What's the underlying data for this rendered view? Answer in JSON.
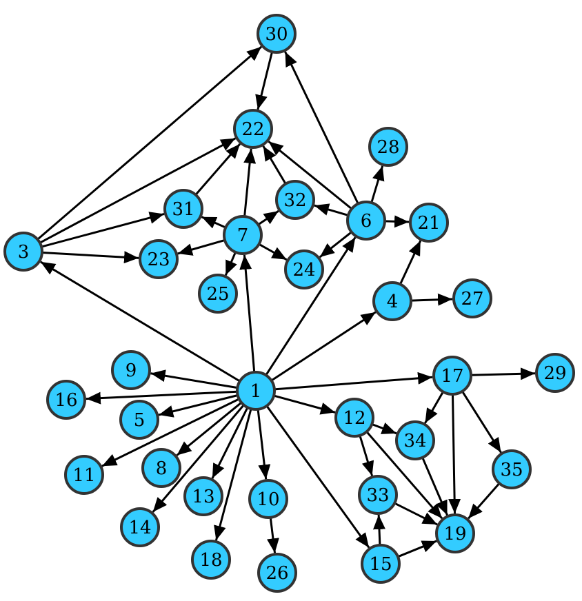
{
  "graph": {
    "colors": {
      "node_fill": "#33CCFF",
      "node_stroke": "#333333",
      "edge": "#000000",
      "label": "#000000"
    },
    "nodes": [
      {
        "id": 1,
        "label": "1"
      },
      {
        "id": 3,
        "label": "3"
      },
      {
        "id": 4,
        "label": "4"
      },
      {
        "id": 5,
        "label": "5"
      },
      {
        "id": 6,
        "label": "6"
      },
      {
        "id": 7,
        "label": "7"
      },
      {
        "id": 8,
        "label": "8"
      },
      {
        "id": 9,
        "label": "9"
      },
      {
        "id": 10,
        "label": "10"
      },
      {
        "id": 11,
        "label": "11"
      },
      {
        "id": 12,
        "label": "12"
      },
      {
        "id": 13,
        "label": "13"
      },
      {
        "id": 14,
        "label": "14"
      },
      {
        "id": 15,
        "label": "15"
      },
      {
        "id": 16,
        "label": "16"
      },
      {
        "id": 17,
        "label": "17"
      },
      {
        "id": 18,
        "label": "18"
      },
      {
        "id": 19,
        "label": "19"
      },
      {
        "id": 21,
        "label": "21"
      },
      {
        "id": 22,
        "label": "22"
      },
      {
        "id": 23,
        "label": "23"
      },
      {
        "id": 24,
        "label": "24"
      },
      {
        "id": 25,
        "label": "25"
      },
      {
        "id": 26,
        "label": "26"
      },
      {
        "id": 27,
        "label": "27"
      },
      {
        "id": 28,
        "label": "28"
      },
      {
        "id": 29,
        "label": "29"
      },
      {
        "id": 30,
        "label": "30"
      },
      {
        "id": 31,
        "label": "31"
      },
      {
        "id": 32,
        "label": "32"
      },
      {
        "id": 33,
        "label": "33"
      },
      {
        "id": 34,
        "label": "34"
      },
      {
        "id": 35,
        "label": "35"
      }
    ],
    "edges": [
      {
        "from": 1,
        "to": 3
      },
      {
        "from": 1,
        "to": 7
      },
      {
        "from": 1,
        "to": 6
      },
      {
        "from": 1,
        "to": 4
      },
      {
        "from": 1,
        "to": 9
      },
      {
        "from": 1,
        "to": 16
      },
      {
        "from": 1,
        "to": 5
      },
      {
        "from": 1,
        "to": 11
      },
      {
        "from": 1,
        "to": 8
      },
      {
        "from": 1,
        "to": 14
      },
      {
        "from": 1,
        "to": 13
      },
      {
        "from": 1,
        "to": 18
      },
      {
        "from": 1,
        "to": 10
      },
      {
        "from": 1,
        "to": 15
      },
      {
        "from": 1,
        "to": 12
      },
      {
        "from": 1,
        "to": 17
      },
      {
        "from": 3,
        "to": 30
      },
      {
        "from": 3,
        "to": 22
      },
      {
        "from": 3,
        "to": 31
      },
      {
        "from": 3,
        "to": 23
      },
      {
        "from": 30,
        "to": 22
      },
      {
        "from": 31,
        "to": 22
      },
      {
        "from": 7,
        "to": 22
      },
      {
        "from": 7,
        "to": 31
      },
      {
        "from": 7,
        "to": 32
      },
      {
        "from": 7,
        "to": 23
      },
      {
        "from": 7,
        "to": 25
      },
      {
        "from": 7,
        "to": 24
      },
      {
        "from": 32,
        "to": 22
      },
      {
        "from": 6,
        "to": 30
      },
      {
        "from": 6,
        "to": 22
      },
      {
        "from": 6,
        "to": 28
      },
      {
        "from": 6,
        "to": 32
      },
      {
        "from": 6,
        "to": 21
      },
      {
        "from": 6,
        "to": 24
      },
      {
        "from": 4,
        "to": 21
      },
      {
        "from": 4,
        "to": 27
      },
      {
        "from": 17,
        "to": 29
      },
      {
        "from": 17,
        "to": 34
      },
      {
        "from": 17,
        "to": 19
      },
      {
        "from": 17,
        "to": 35
      },
      {
        "from": 12,
        "to": 34
      },
      {
        "from": 12,
        "to": 33
      },
      {
        "from": 12,
        "to": 19
      },
      {
        "from": 34,
        "to": 19
      },
      {
        "from": 35,
        "to": 19
      },
      {
        "from": 33,
        "to": 19
      },
      {
        "from": 15,
        "to": 33
      },
      {
        "from": 15,
        "to": 19
      },
      {
        "from": 10,
        "to": 26
      }
    ]
  }
}
